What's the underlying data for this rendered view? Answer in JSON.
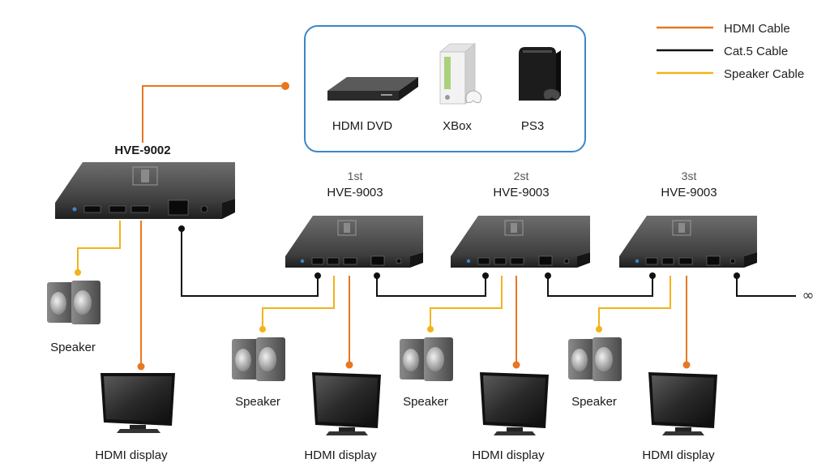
{
  "legend": {
    "hdmi": {
      "label": "HDMI Cable",
      "color": "#e87722"
    },
    "cat5": {
      "label": "Cat.5 Cable",
      "color": "#111111"
    },
    "speaker": {
      "label": "Speaker Cable",
      "color": "#f2b31b"
    }
  },
  "sources": {
    "items": [
      {
        "label": "HDMI DVD",
        "icon": "dvd-player-icon"
      },
      {
        "label": "XBox",
        "icon": "xbox-console-icon"
      },
      {
        "label": "PS3",
        "icon": "ps3-console-icon"
      }
    ],
    "box_color": "#3b86c8"
  },
  "transmitter": {
    "model": "HVE-9002"
  },
  "receivers": [
    {
      "ordinal": "1st",
      "model": "HVE-9003"
    },
    {
      "ordinal": "2st",
      "model": "HVE-9003"
    },
    {
      "ordinal": "3st",
      "model": "HVE-9003"
    }
  ],
  "outputs": {
    "speaker_label": "Speaker",
    "display_label": "HDMI display"
  },
  "chain_end_symbol": "∞"
}
